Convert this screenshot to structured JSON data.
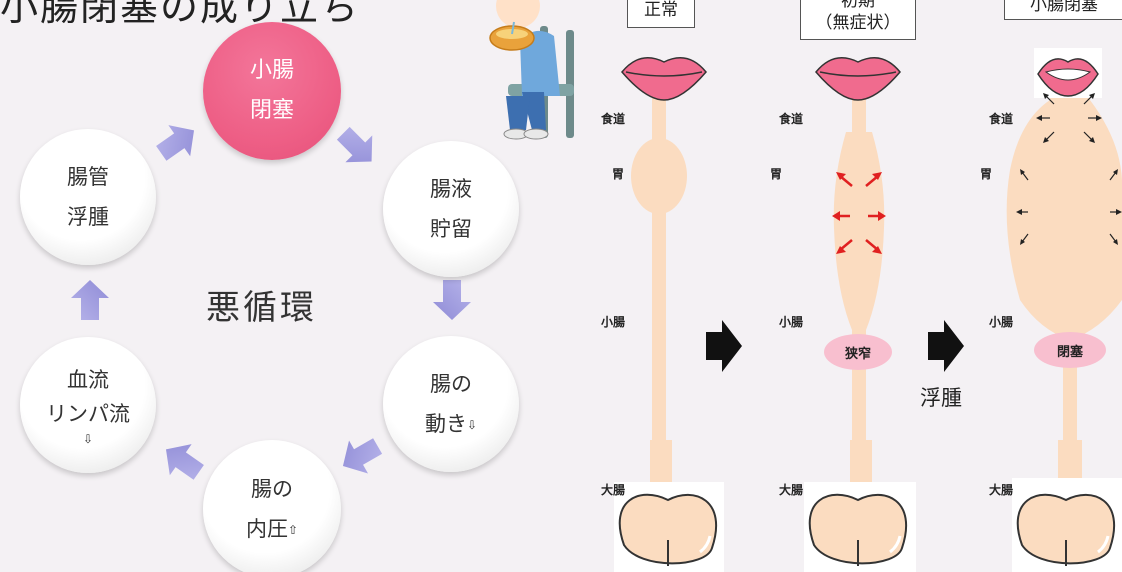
{
  "heading": "小腸閉塞の成り立ち",
  "cycle": {
    "center_label": "悪循環",
    "nodes": [
      {
        "id": "obstruction",
        "lines": [
          "小腸",
          "閉塞"
        ],
        "arrow": ""
      },
      {
        "id": "fluid",
        "lines": [
          "腸液",
          "貯留"
        ],
        "arrow": ""
      },
      {
        "id": "motility",
        "lines": [
          "腸の",
          "動き"
        ],
        "arrow": "⇩"
      },
      {
        "id": "pressure",
        "lines": [
          "腸の",
          "内圧"
        ],
        "arrow": "⇧"
      },
      {
        "id": "bloodflow",
        "lines": [
          "血流",
          "リンパ流"
        ],
        "arrow": "⇩"
      },
      {
        "id": "edema",
        "lines": [
          "腸管",
          "浮腫"
        ],
        "arrow": ""
      }
    ],
    "colors": {
      "primary": "#ee5f86",
      "arrow": "#a9a6e2"
    }
  },
  "stages": [
    {
      "id": "normal",
      "title_lines": [
        "正常"
      ]
    },
    {
      "id": "early",
      "title_lines": [
        "初期",
        "（無症状）"
      ]
    },
    {
      "id": "obstruction",
      "title_lines": [
        "小腸閉塞"
      ]
    }
  ],
  "organ_labels": {
    "esophagus": "食道",
    "stomach": "胃",
    "small_intestine": "小腸",
    "large_intestine": "大腸"
  },
  "stenosis_label": "狭窄",
  "obstruction_label": "閉塞",
  "edema_label": "浮腫",
  "colors": {
    "tract": "#fbdcc0",
    "lips": "#f06b8e",
    "pill": "#f8bfcf",
    "red_arrow": "#e02020"
  },
  "illustration": "vomiting-child-icon"
}
